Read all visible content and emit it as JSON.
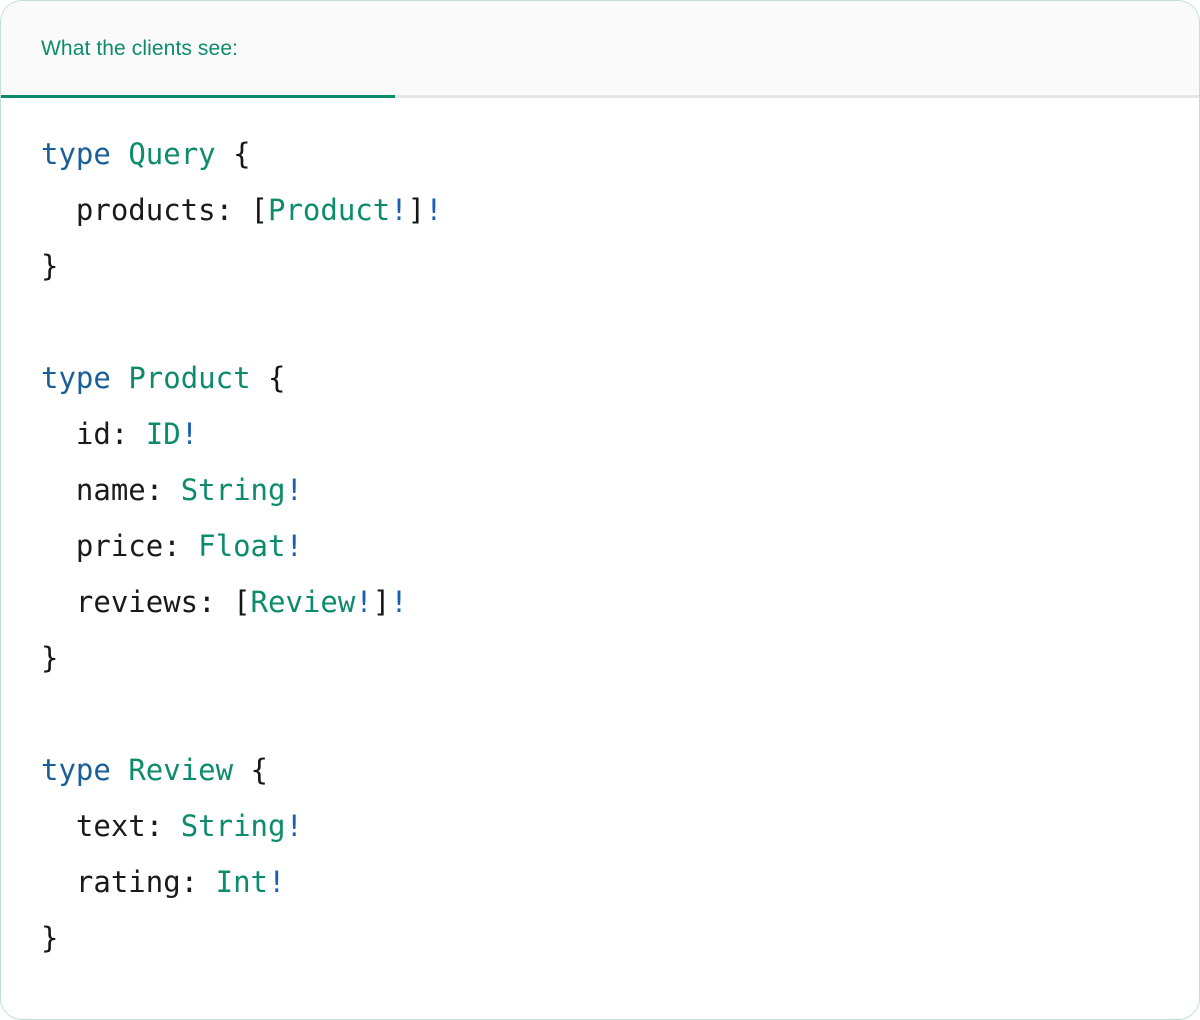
{
  "card": {
    "border_color": "#bfe0d2",
    "background": "#ffffff"
  },
  "header": {
    "background": "#fafafa",
    "active_tab_label": "What the clients see:",
    "active_tab_color": "#0d8c6d",
    "underline_color": "#0d8c6d",
    "divider_color": "#e6e6e6"
  },
  "syntax_colors": {
    "keyword": "#1a5e9a",
    "type_name": "#0d8c6d",
    "field_name": "#1a1a1a",
    "punctuation": "#161616",
    "non_null_bang": "#1a5fb4"
  },
  "code": {
    "language": "graphql",
    "lines": [
      {
        "tokens": [
          {
            "t": "type",
            "c": "kw"
          },
          {
            "t": " ",
            "c": "punc"
          },
          {
            "t": "Query",
            "c": "type"
          },
          {
            "t": " {",
            "c": "punc"
          }
        ]
      },
      {
        "tokens": [
          {
            "t": "  ",
            "c": "punc"
          },
          {
            "t": "products:",
            "c": "field"
          },
          {
            "t": " [",
            "c": "punc"
          },
          {
            "t": "Product",
            "c": "type"
          },
          {
            "t": "!",
            "c": "bang"
          },
          {
            "t": "]",
            "c": "punc"
          },
          {
            "t": "!",
            "c": "bang"
          }
        ]
      },
      {
        "tokens": [
          {
            "t": "}",
            "c": "punc"
          }
        ]
      },
      {
        "tokens": []
      },
      {
        "tokens": [
          {
            "t": "type",
            "c": "kw"
          },
          {
            "t": " ",
            "c": "punc"
          },
          {
            "t": "Product",
            "c": "type"
          },
          {
            "t": " {",
            "c": "punc"
          }
        ]
      },
      {
        "tokens": [
          {
            "t": "  ",
            "c": "punc"
          },
          {
            "t": "id:",
            "c": "field"
          },
          {
            "t": " ",
            "c": "punc"
          },
          {
            "t": "ID",
            "c": "type"
          },
          {
            "t": "!",
            "c": "bang"
          }
        ]
      },
      {
        "tokens": [
          {
            "t": "  ",
            "c": "punc"
          },
          {
            "t": "name:",
            "c": "field"
          },
          {
            "t": " ",
            "c": "punc"
          },
          {
            "t": "String",
            "c": "type"
          },
          {
            "t": "!",
            "c": "bang"
          }
        ]
      },
      {
        "tokens": [
          {
            "t": "  ",
            "c": "punc"
          },
          {
            "t": "price:",
            "c": "field"
          },
          {
            "t": " ",
            "c": "punc"
          },
          {
            "t": "Float",
            "c": "type"
          },
          {
            "t": "!",
            "c": "bang"
          }
        ]
      },
      {
        "tokens": [
          {
            "t": "  ",
            "c": "punc"
          },
          {
            "t": "reviews:",
            "c": "field"
          },
          {
            "t": " [",
            "c": "punc"
          },
          {
            "t": "Review",
            "c": "type"
          },
          {
            "t": "!",
            "c": "bang"
          },
          {
            "t": "]",
            "c": "punc"
          },
          {
            "t": "!",
            "c": "bang"
          }
        ]
      },
      {
        "tokens": [
          {
            "t": "}",
            "c": "punc"
          }
        ]
      },
      {
        "tokens": []
      },
      {
        "tokens": [
          {
            "t": "type",
            "c": "kw"
          },
          {
            "t": " ",
            "c": "punc"
          },
          {
            "t": "Review",
            "c": "type"
          },
          {
            "t": " {",
            "c": "punc"
          }
        ]
      },
      {
        "tokens": [
          {
            "t": "  ",
            "c": "punc"
          },
          {
            "t": "text:",
            "c": "field"
          },
          {
            "t": " ",
            "c": "punc"
          },
          {
            "t": "String",
            "c": "type"
          },
          {
            "t": "!",
            "c": "bang"
          }
        ]
      },
      {
        "tokens": [
          {
            "t": "  ",
            "c": "punc"
          },
          {
            "t": "rating:",
            "c": "field"
          },
          {
            "t": " ",
            "c": "punc"
          },
          {
            "t": "Int",
            "c": "type"
          },
          {
            "t": "!",
            "c": "bang"
          }
        ]
      },
      {
        "tokens": [
          {
            "t": "}",
            "c": "punc"
          }
        ]
      }
    ]
  }
}
